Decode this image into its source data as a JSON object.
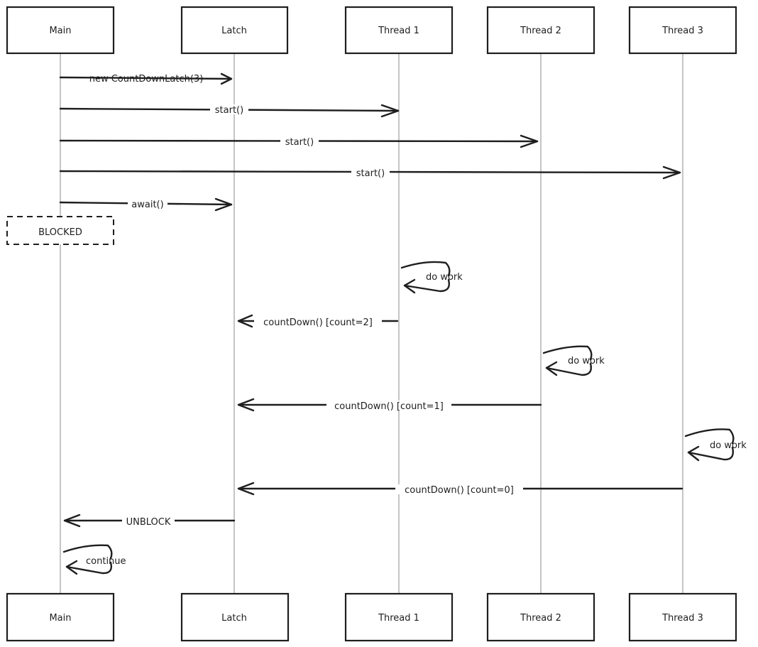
{
  "diagram": {
    "type": "sequence",
    "participants": [
      {
        "id": "main",
        "label": "Main"
      },
      {
        "id": "latch",
        "label": "Latch"
      },
      {
        "id": "t1",
        "label": "Thread 1"
      },
      {
        "id": "t2",
        "label": "Thread 2"
      },
      {
        "id": "t3",
        "label": "Thread 3"
      }
    ],
    "messages": [
      {
        "from": "main",
        "to": "latch",
        "label": "new CountDownLatch(3)"
      },
      {
        "from": "main",
        "to": "t1",
        "label": "start()"
      },
      {
        "from": "main",
        "to": "t2",
        "label": "start()"
      },
      {
        "from": "main",
        "to": "t3",
        "label": "start()"
      },
      {
        "from": "main",
        "to": "latch",
        "label": "await()"
      },
      {
        "note": "main",
        "label": "BLOCKED",
        "style": "dashed"
      },
      {
        "from": "t1",
        "to": "t1",
        "label": "do work"
      },
      {
        "from": "t1",
        "to": "latch",
        "label": "countDown() [count=2]"
      },
      {
        "from": "t2",
        "to": "t2",
        "label": "do work"
      },
      {
        "from": "t2",
        "to": "latch",
        "label": "countDown() [count=1]"
      },
      {
        "from": "t3",
        "to": "t3",
        "label": "do work"
      },
      {
        "from": "t3",
        "to": "latch",
        "label": "countDown() [count=0]"
      },
      {
        "from": "latch",
        "to": "main",
        "label": "UNBLOCK"
      },
      {
        "from": "main",
        "to": "main",
        "label": "continue"
      }
    ],
    "colors": {
      "stroke": "#1e1e1e",
      "lifeline": "#9e9e9e",
      "background": "#ffffff"
    }
  }
}
